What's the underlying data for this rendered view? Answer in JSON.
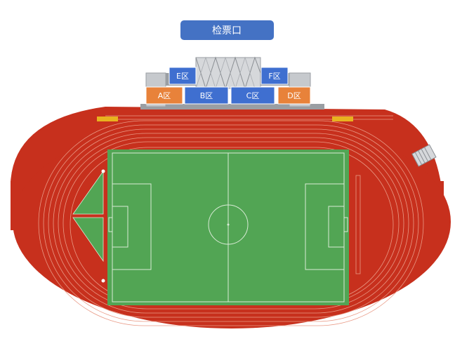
{
  "gate": {
    "label": "检票口"
  },
  "zones": [
    {
      "id": "A",
      "label": "A区",
      "color": "#E8823A"
    },
    {
      "id": "B",
      "label": "B区",
      "color": "#3F6FD0"
    },
    {
      "id": "C",
      "label": "C区",
      "color": "#3F6FD0"
    },
    {
      "id": "D",
      "label": "D区",
      "color": "#E8823A"
    },
    {
      "id": "E",
      "label": "E区",
      "color": "#3F6FD0"
    },
    {
      "id": "F",
      "label": "F区",
      "color": "#3F6FD0"
    }
  ],
  "colors": {
    "track": "#C7301D",
    "track_lines": "#E99A86",
    "field": "#52A554",
    "field_lines": "#D9EBD6",
    "gate_button": "#4472C4",
    "stand_frame": "#9A9EA3",
    "stand_light": "#D6D8DB",
    "marker": "#E8B21F"
  },
  "icons": [
    "canopy-icon",
    "turnstile-icon"
  ]
}
